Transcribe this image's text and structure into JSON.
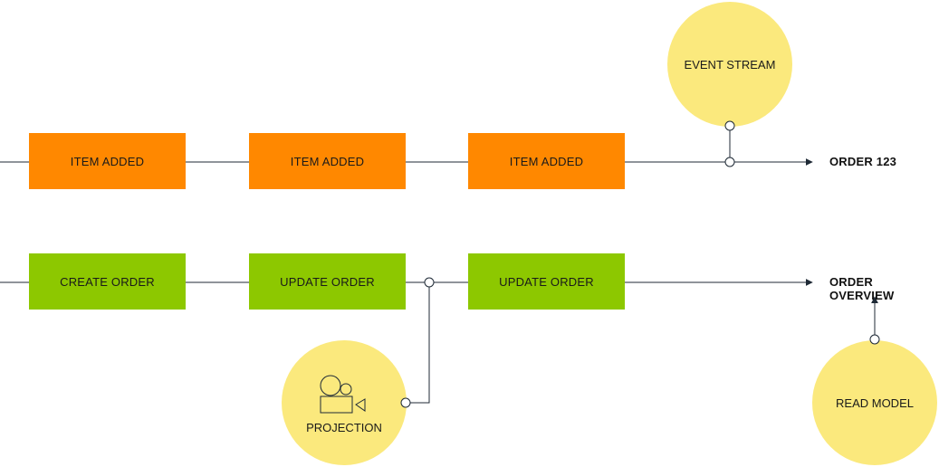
{
  "colors": {
    "event": "#ff8800",
    "command": "#8dc800",
    "circle": "#fbe97d",
    "line": "#1f2a36"
  },
  "stream_row": {
    "events": [
      {
        "label": "ITEM ADDED"
      },
      {
        "label": "ITEM ADDED"
      },
      {
        "label": "ITEM ADDED"
      }
    ],
    "target_label": "ORDER 123"
  },
  "command_row": {
    "commands": [
      {
        "label": "CREATE ORDER"
      },
      {
        "label": "UPDATE ORDER"
      },
      {
        "label": "UPDATE ORDER"
      }
    ],
    "target_label": "ORDER OVERVIEW"
  },
  "circles": {
    "event_stream": "EVENT STREAM",
    "projection": "PROJECTION",
    "read_model": "READ MODEL"
  },
  "icons": {
    "projection": "camera-icon"
  }
}
